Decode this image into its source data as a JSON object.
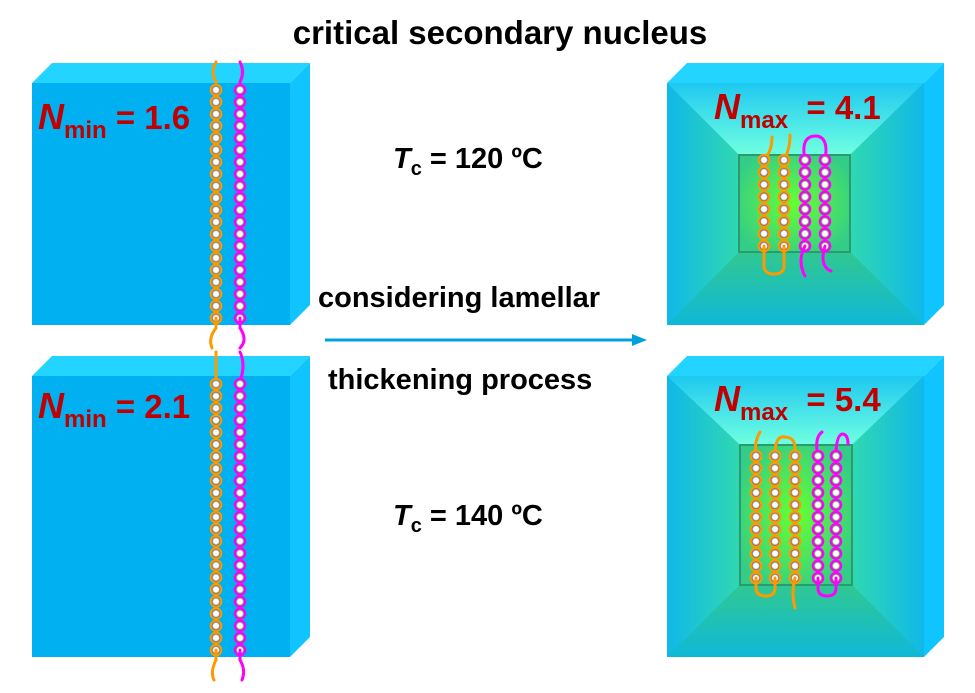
{
  "title": "critical secondary nucleus",
  "panels": {
    "top_left": {
      "symbol": "N",
      "subscript": "min",
      "value": "= 1.6"
    },
    "bottom_left": {
      "symbol": "N",
      "subscript": "min",
      "value": "= 2.1"
    },
    "top_right": {
      "symbol": "N",
      "subscript": "max",
      "value": "= 4.1"
    },
    "bottom_right": {
      "symbol": "N",
      "subscript": "max",
      "value": "= 5.4"
    }
  },
  "conditions": {
    "tc1": {
      "symbol": "T",
      "subscript": "c",
      "value": "= 120 ºC"
    },
    "tc2": {
      "symbol": "T",
      "subscript": "c",
      "value": "= 140 ºC"
    }
  },
  "arrow": {
    "line1": "considering lamellar",
    "line2": "thickening process"
  },
  "colors": {
    "box_front": "#00b0f0",
    "box_top": "#22d4ff",
    "box_side": "#10c4ff",
    "chain_a": "#ff9900",
    "chain_b": "#ff00ff",
    "label": "#c00000",
    "arrow": "#00a0e0"
  }
}
